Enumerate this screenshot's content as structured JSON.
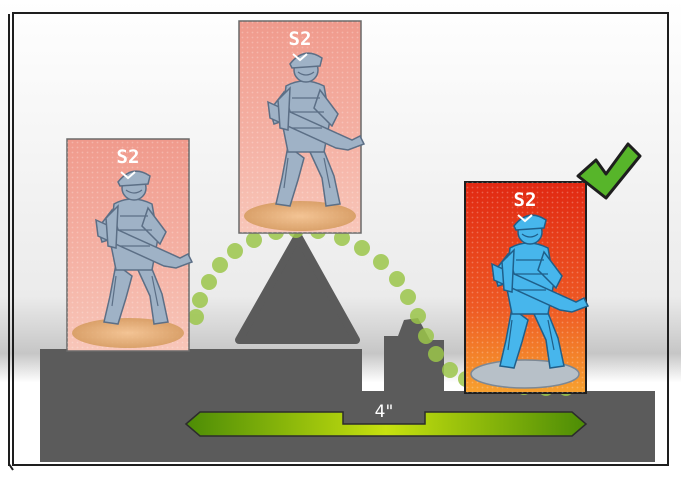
{
  "cards": [
    {
      "id": "left",
      "sil": "S2",
      "state": "faded"
    },
    {
      "id": "middle",
      "sil": "S2",
      "state": "faded"
    },
    {
      "id": "right",
      "sil": "S2",
      "state": "valid"
    }
  ],
  "measurement": {
    "label": "4\""
  },
  "colors": {
    "frame": "#1e1e1e",
    "terrain": "#5b5b5b",
    "card_faded": "#f2a497",
    "card_valid": "#e02b16",
    "figure_faded": "#9fb2c6",
    "figure_valid": "#47b6ec",
    "base": "#d9ab6e",
    "path_dots": "#9bc54a",
    "ruler": "#9ad010",
    "check": "#57b52a"
  },
  "icons": [
    "check-mark-icon",
    "trooper-miniature-icon"
  ]
}
